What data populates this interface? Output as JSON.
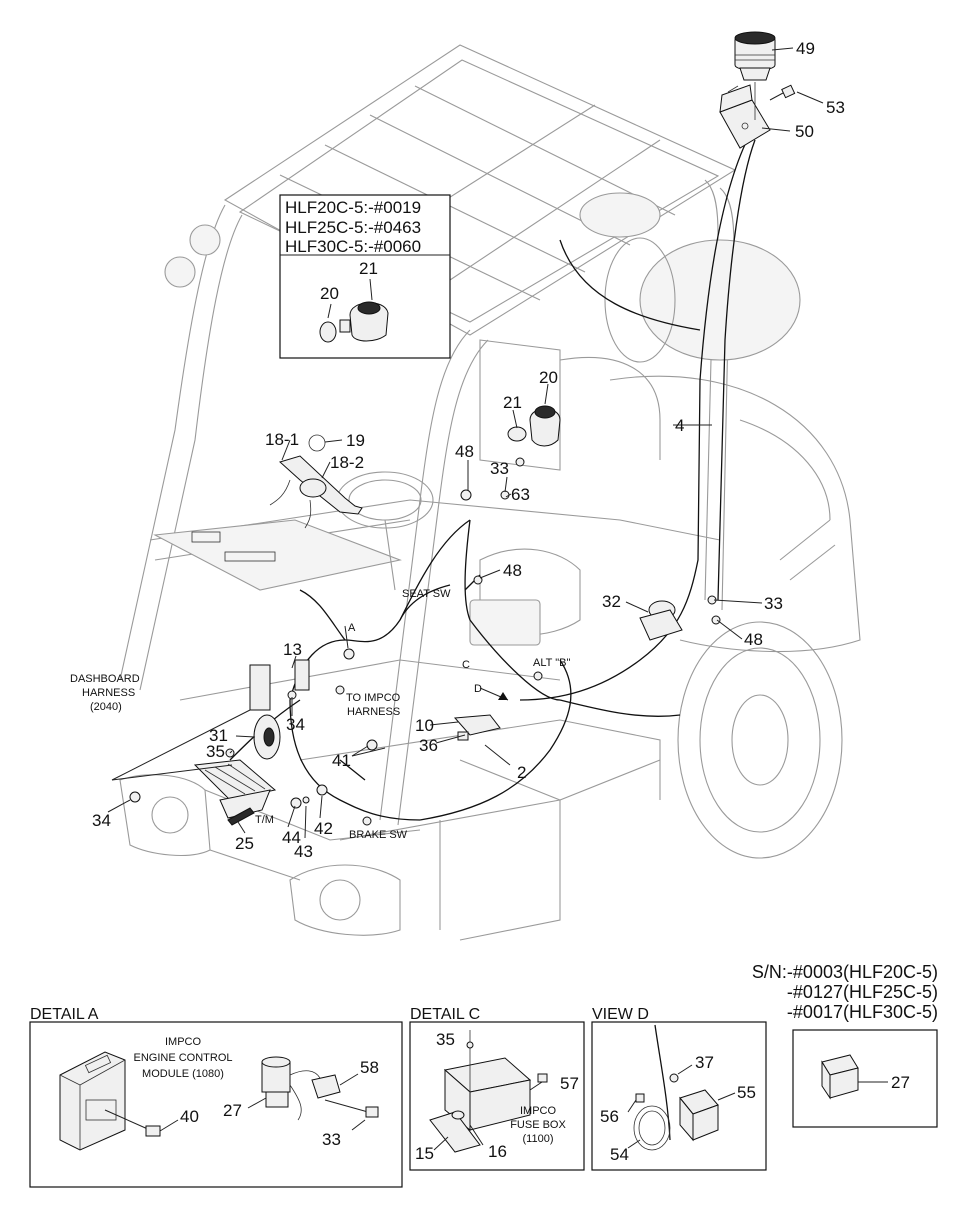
{
  "inset": {
    "models": [
      "HLF20C-5:-#0019",
      "HLF25C-5:-#0463",
      "HLF30C-5:-#0060"
    ],
    "parts": [
      "21",
      "20"
    ]
  },
  "callouts": {
    "c49": "49",
    "c53": "53",
    "c50": "50",
    "c20": "20",
    "c21": "21",
    "c4": "4",
    "c18_1": "18-1",
    "c19": "19",
    "c18_2": "18-2",
    "c48a": "48",
    "c33a": "33",
    "c63": "63",
    "c48b": "48",
    "c32": "32",
    "c33b": "33",
    "c48c": "48",
    "c13": "13",
    "c34a": "34",
    "c35": "35",
    "c31": "31",
    "c10": "10",
    "c36": "36",
    "c41": "41",
    "c2": "2",
    "c34b": "34",
    "c44": "44",
    "c42": "42",
    "c43": "43",
    "c25": "25"
  },
  "labels": {
    "seat_sw": "SEAT SW",
    "dashboard": "DASHBOARD",
    "harness": "HARNESS",
    "dash_code": "(2040)",
    "a": "A",
    "c": "C",
    "d": "D",
    "alt_b": "ALT \"B\"",
    "to_impco": "TO IMPCO",
    "impco_harness": "HARNESS",
    "tm": "T/M",
    "brake_sw": "BRAKE SW"
  },
  "serial": [
    "S/N:-#0003(HLF20C-5)",
    "-#0127(HLF25C-5)",
    "-#0017(HLF30C-5)"
  ],
  "details": {
    "a": {
      "title": "DETAIL A",
      "ecm": [
        "IMPCO",
        "ENGINE CONTROL",
        "MODULE (1080)"
      ],
      "parts": {
        "p40": "40",
        "p27": "27",
        "p58": "58",
        "p33": "33"
      }
    },
    "c": {
      "title": "DETAIL C",
      "fuse": [
        "IMPCO",
        "FUSE BOX",
        "(1100)"
      ],
      "parts": {
        "p35": "35",
        "p57": "57",
        "p15": "15",
        "p16": "16"
      }
    },
    "d": {
      "title": "VIEW D",
      "parts": {
        "p37": "37",
        "p56": "56",
        "p55": "55",
        "p54": "54"
      }
    },
    "relay": {
      "part": "27"
    }
  }
}
